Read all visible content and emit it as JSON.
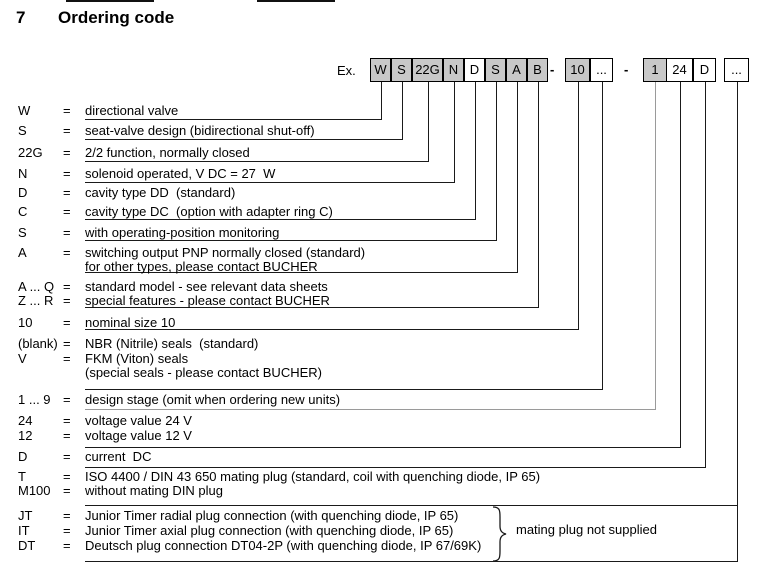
{
  "title": {
    "section_number": "7",
    "text": "Ordering code"
  },
  "example": {
    "label": "Ex.",
    "boxes": [
      {
        "label": "W",
        "filled": true
      },
      {
        "label": "S",
        "filled": true
      },
      {
        "label": "22G",
        "filled": true
      },
      {
        "label": "N",
        "filled": true
      },
      {
        "label": "D",
        "filled": false
      },
      {
        "label": "S",
        "filled": true
      },
      {
        "label": "A",
        "filled": true
      },
      {
        "label": "B",
        "filled": true
      },
      {
        "label": "10",
        "filled": true
      },
      {
        "label": "...",
        "filled": false
      },
      {
        "label": "1",
        "filled": true
      },
      {
        "label": "24",
        "filled": false
      },
      {
        "label": "D",
        "filled": false
      },
      {
        "label": "...",
        "filled": false
      }
    ],
    "separators": [
      "-",
      "-"
    ]
  },
  "equals_sign": "=",
  "legend": [
    {
      "code": "W",
      "lines": [
        "directional valve"
      ]
    },
    {
      "code": "S",
      "lines": [
        "seat-valve design (bidirectional shut-off)"
      ]
    },
    {
      "code": "22G",
      "lines": [
        "2/2 function, normally closed"
      ]
    },
    {
      "code": "N",
      "lines": [
        "solenoid operated, V DC = 27  W"
      ]
    },
    {
      "code": "D",
      "lines": [
        "cavity type DD  (standard)"
      ]
    },
    {
      "code": "C",
      "lines": [
        "cavity type DC  (option with adapter ring C)"
      ]
    },
    {
      "code": "S",
      "lines": [
        "with operating-position monitoring"
      ]
    },
    {
      "code": "A",
      "lines": [
        "switching output PNP normally closed (standard)",
        "for other types, please contact BUCHER"
      ]
    },
    {
      "code": "A ... Q",
      "lines": [
        "standard model - see relevant data sheets"
      ]
    },
    {
      "code": "Z ... R",
      "lines": [
        "special features - please contact BUCHER"
      ]
    },
    {
      "code": "10",
      "lines": [
        "nominal size 10"
      ]
    },
    {
      "code": "(blank)",
      "lines": [
        "NBR (Nitrile) seals  (standard)"
      ]
    },
    {
      "code": "V",
      "lines": [
        "FKM (Viton) seals",
        "(special seals - please contact BUCHER)"
      ]
    },
    {
      "code": "1 ... 9",
      "lines": [
        "design stage (omit when ordering new units)"
      ]
    },
    {
      "code": "24",
      "lines": [
        "voltage value 24 V"
      ]
    },
    {
      "code": "12",
      "lines": [
        "voltage value 12 V"
      ]
    },
    {
      "code": "D",
      "lines": [
        "current  DC"
      ]
    },
    {
      "code": "T",
      "lines": [
        "ISO 4400 / DIN 43 650 mating plug (standard, coil with quenching diode, IP 65)"
      ]
    },
    {
      "code": "M100",
      "lines": [
        "without mating DIN plug"
      ]
    },
    {
      "code": "JT",
      "lines": [
        "Junior Timer radial plug connection (with quenching diode, IP 65)"
      ]
    },
    {
      "code": "IT",
      "lines": [
        "Junior Timer axial plug connection (with quenching diode, IP 65)"
      ]
    },
    {
      "code": "DT",
      "lines": [
        "Deutsch plug connection DT04-2P (with quenching diode, IP 67/69K)"
      ]
    }
  ],
  "bracket_note": "mating plug not supplied",
  "colors": {
    "box_fill_gray": "#c8c8c8",
    "box_border": "#000000",
    "connector_line": "#1a1a1a",
    "connector_line_light": "#9a9a9a",
    "text": "#000000",
    "background": "#ffffff"
  }
}
